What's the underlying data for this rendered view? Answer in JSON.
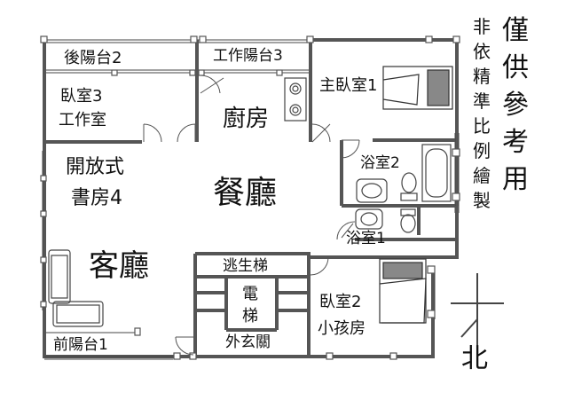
{
  "rooms": {
    "rear_balcony": "後陽台2",
    "service_balcony": "工作陽台3",
    "master_bedroom": "主臥室1",
    "bedroom3": "臥室3",
    "workroom": "工作室",
    "kitchen": "廚房",
    "open_study": "開放式",
    "study4": "書房4",
    "bath2": "浴室2",
    "dining": "餐廳",
    "bath1": "浴室1",
    "living": "客廳",
    "stairs": "逃生梯",
    "elevator_top": "電",
    "elevator_bottom": "梯",
    "bedroom2": "臥室2",
    "kids_room": "小孩房",
    "entry": "外玄關",
    "front_balcony": "前陽台1"
  },
  "notes": {
    "disclaimer_right": [
      "僅",
      "供",
      "參",
      "考",
      "用"
    ],
    "disclaimer_left": [
      "非",
      "依",
      "精",
      "準",
      "比",
      "例",
      "繪",
      "製"
    ]
  },
  "compass": {
    "north_label": "北"
  },
  "colors": {
    "wall": "#555555",
    "line": "#444444",
    "text": "#111111"
  }
}
